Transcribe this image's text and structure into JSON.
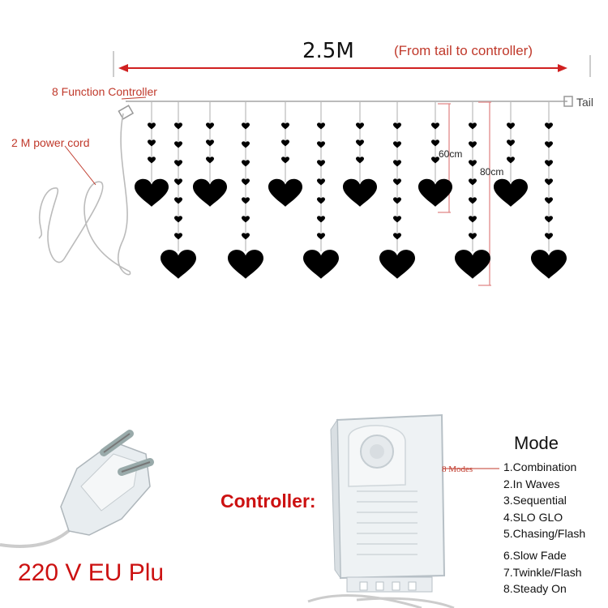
{
  "product_diagram": {
    "length_label": "2.5M",
    "length_note": "(From tail to controller)",
    "controller_label": "8 Function Controller",
    "power_cord_label": "2 M power cord",
    "tail_label": "Tail",
    "drop_short_label": "60cm",
    "drop_long_label": "80cm",
    "heart_color": "#000000",
    "annotation_color": "#c0392b"
  },
  "plug": {
    "label": "220 V EU Plu"
  },
  "controller_box": {
    "title": "Controller:",
    "side_label": "8 Modes"
  },
  "modes": {
    "title": "Mode",
    "items": [
      "1.Combination",
      "2.In Waves",
      "3.Sequential",
      "4.SLO GLO",
      "5.Chasing/Flash",
      "6.Slow Fade",
      "7.Twinkle/Flash",
      "8.Steady On"
    ]
  }
}
